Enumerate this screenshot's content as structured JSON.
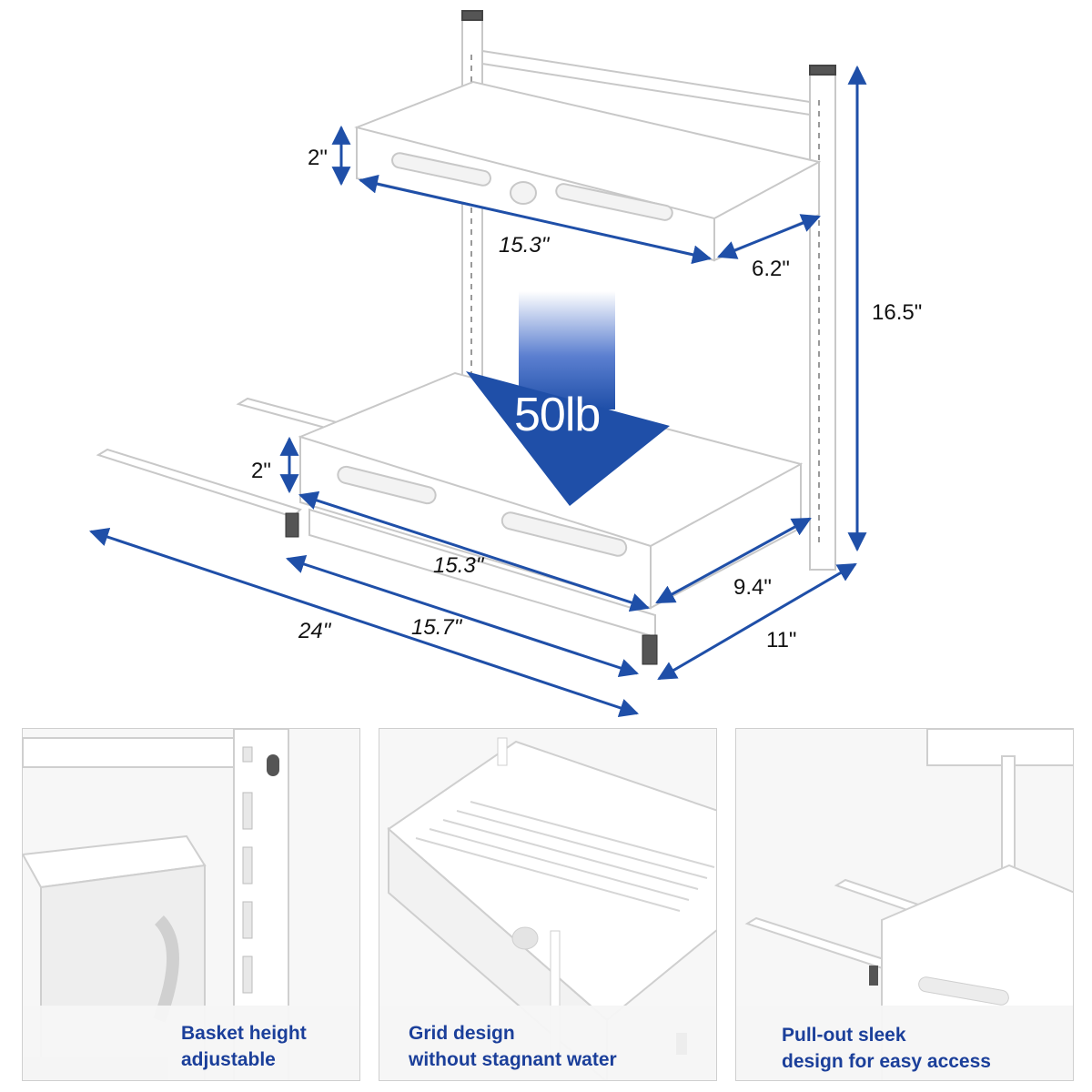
{
  "dimensions": {
    "top_shelf_height": "2\"",
    "top_shelf_width": "15.3\"",
    "top_shelf_depth": "6.2\"",
    "overall_height": "16.5\"",
    "bottom_shelf_height": "2\"",
    "bottom_shelf_width": "15.3\"",
    "bottom_shelf_depth": "9.4\"",
    "rail_length": "24\"",
    "base_width": "15.7\"",
    "base_depth": "11\""
  },
  "load_capacity": "50lb",
  "colors": {
    "accent_blue": "#1f4fa8",
    "caption_blue": "#1b3f9a",
    "frame_white": "#ffffff",
    "outline_gray": "#c8c8c8"
  },
  "features": [
    {
      "line1": "Basket height",
      "line2": "adjustable"
    },
    {
      "line1": "Grid design",
      "line2": "without stagnant water"
    },
    {
      "line1": "Pull-out sleek",
      "line2": "design for easy access"
    }
  ]
}
